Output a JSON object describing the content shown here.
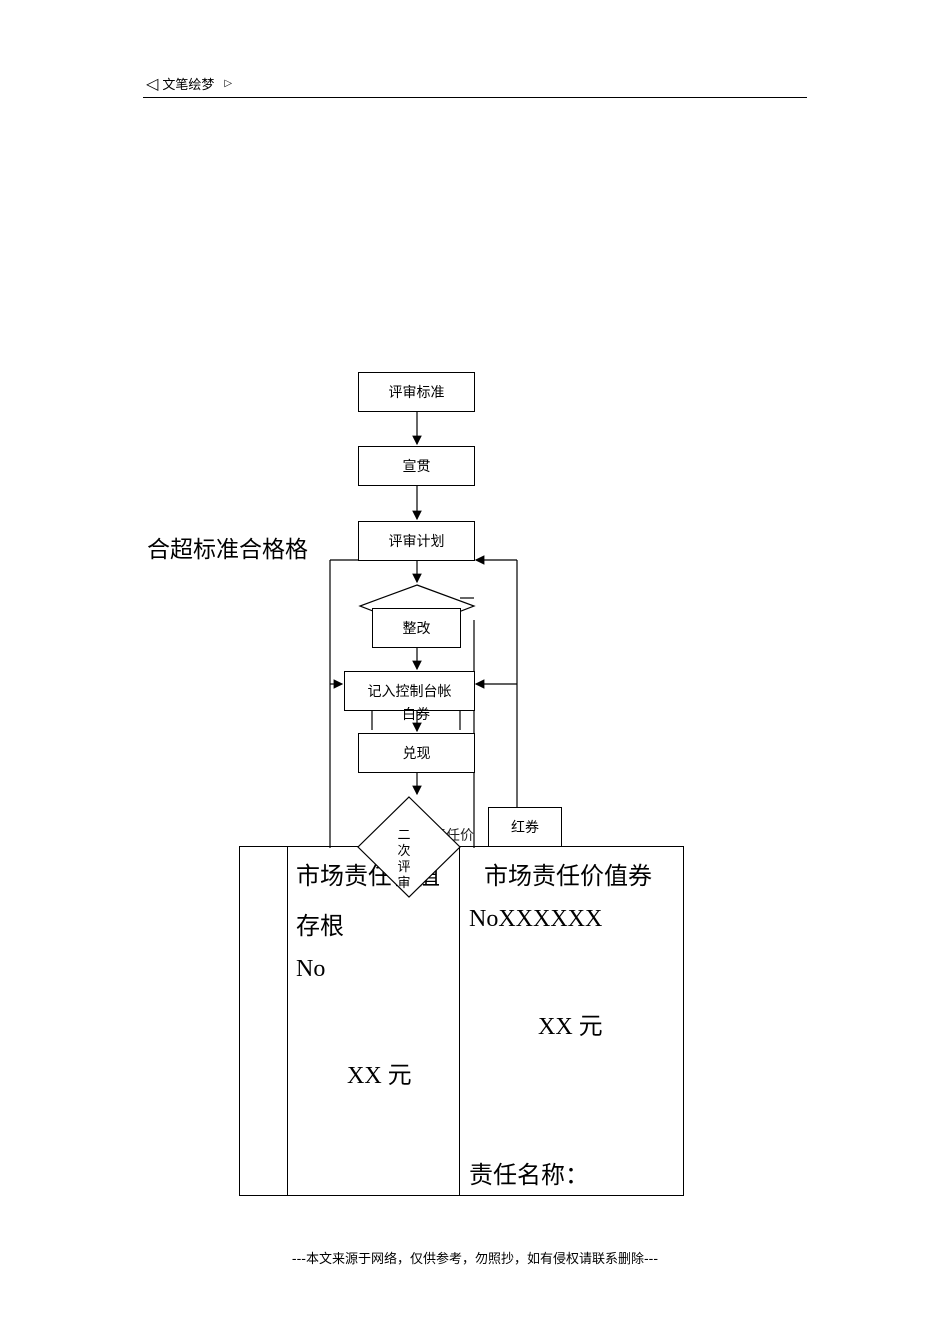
{
  "header": {
    "left_mark": "◁",
    "title": "文笔绘梦",
    "right_mark": "▷"
  },
  "flowchart": {
    "review_standard": "评审标准",
    "promote": "宣贯",
    "review_plan": "评审计划",
    "rectify": "整改",
    "record_ledger": "记入控制台帐",
    "hidden_fragment": "白券",
    "redeem": "兑现",
    "second_review": "二次评审",
    "red_voucher": "红券",
    "hidden_fragment_2": "二",
    "overlap_label": "责任价"
  },
  "side_label": "合超标准合格格",
  "voucher": {
    "stub_title_1": "市场责任价值",
    "stub_title_2": "存根",
    "stub_no": "No",
    "stub_amount": "XX 元",
    "main_title": "市场责任价值券",
    "main_no": "NoXXXXXX",
    "main_amount": "XX 元",
    "responsibility_name": "责任名称："
  },
  "footer": "---本文来源于网络，仅供参考，勿照抄，如有侵权请联系删除---"
}
